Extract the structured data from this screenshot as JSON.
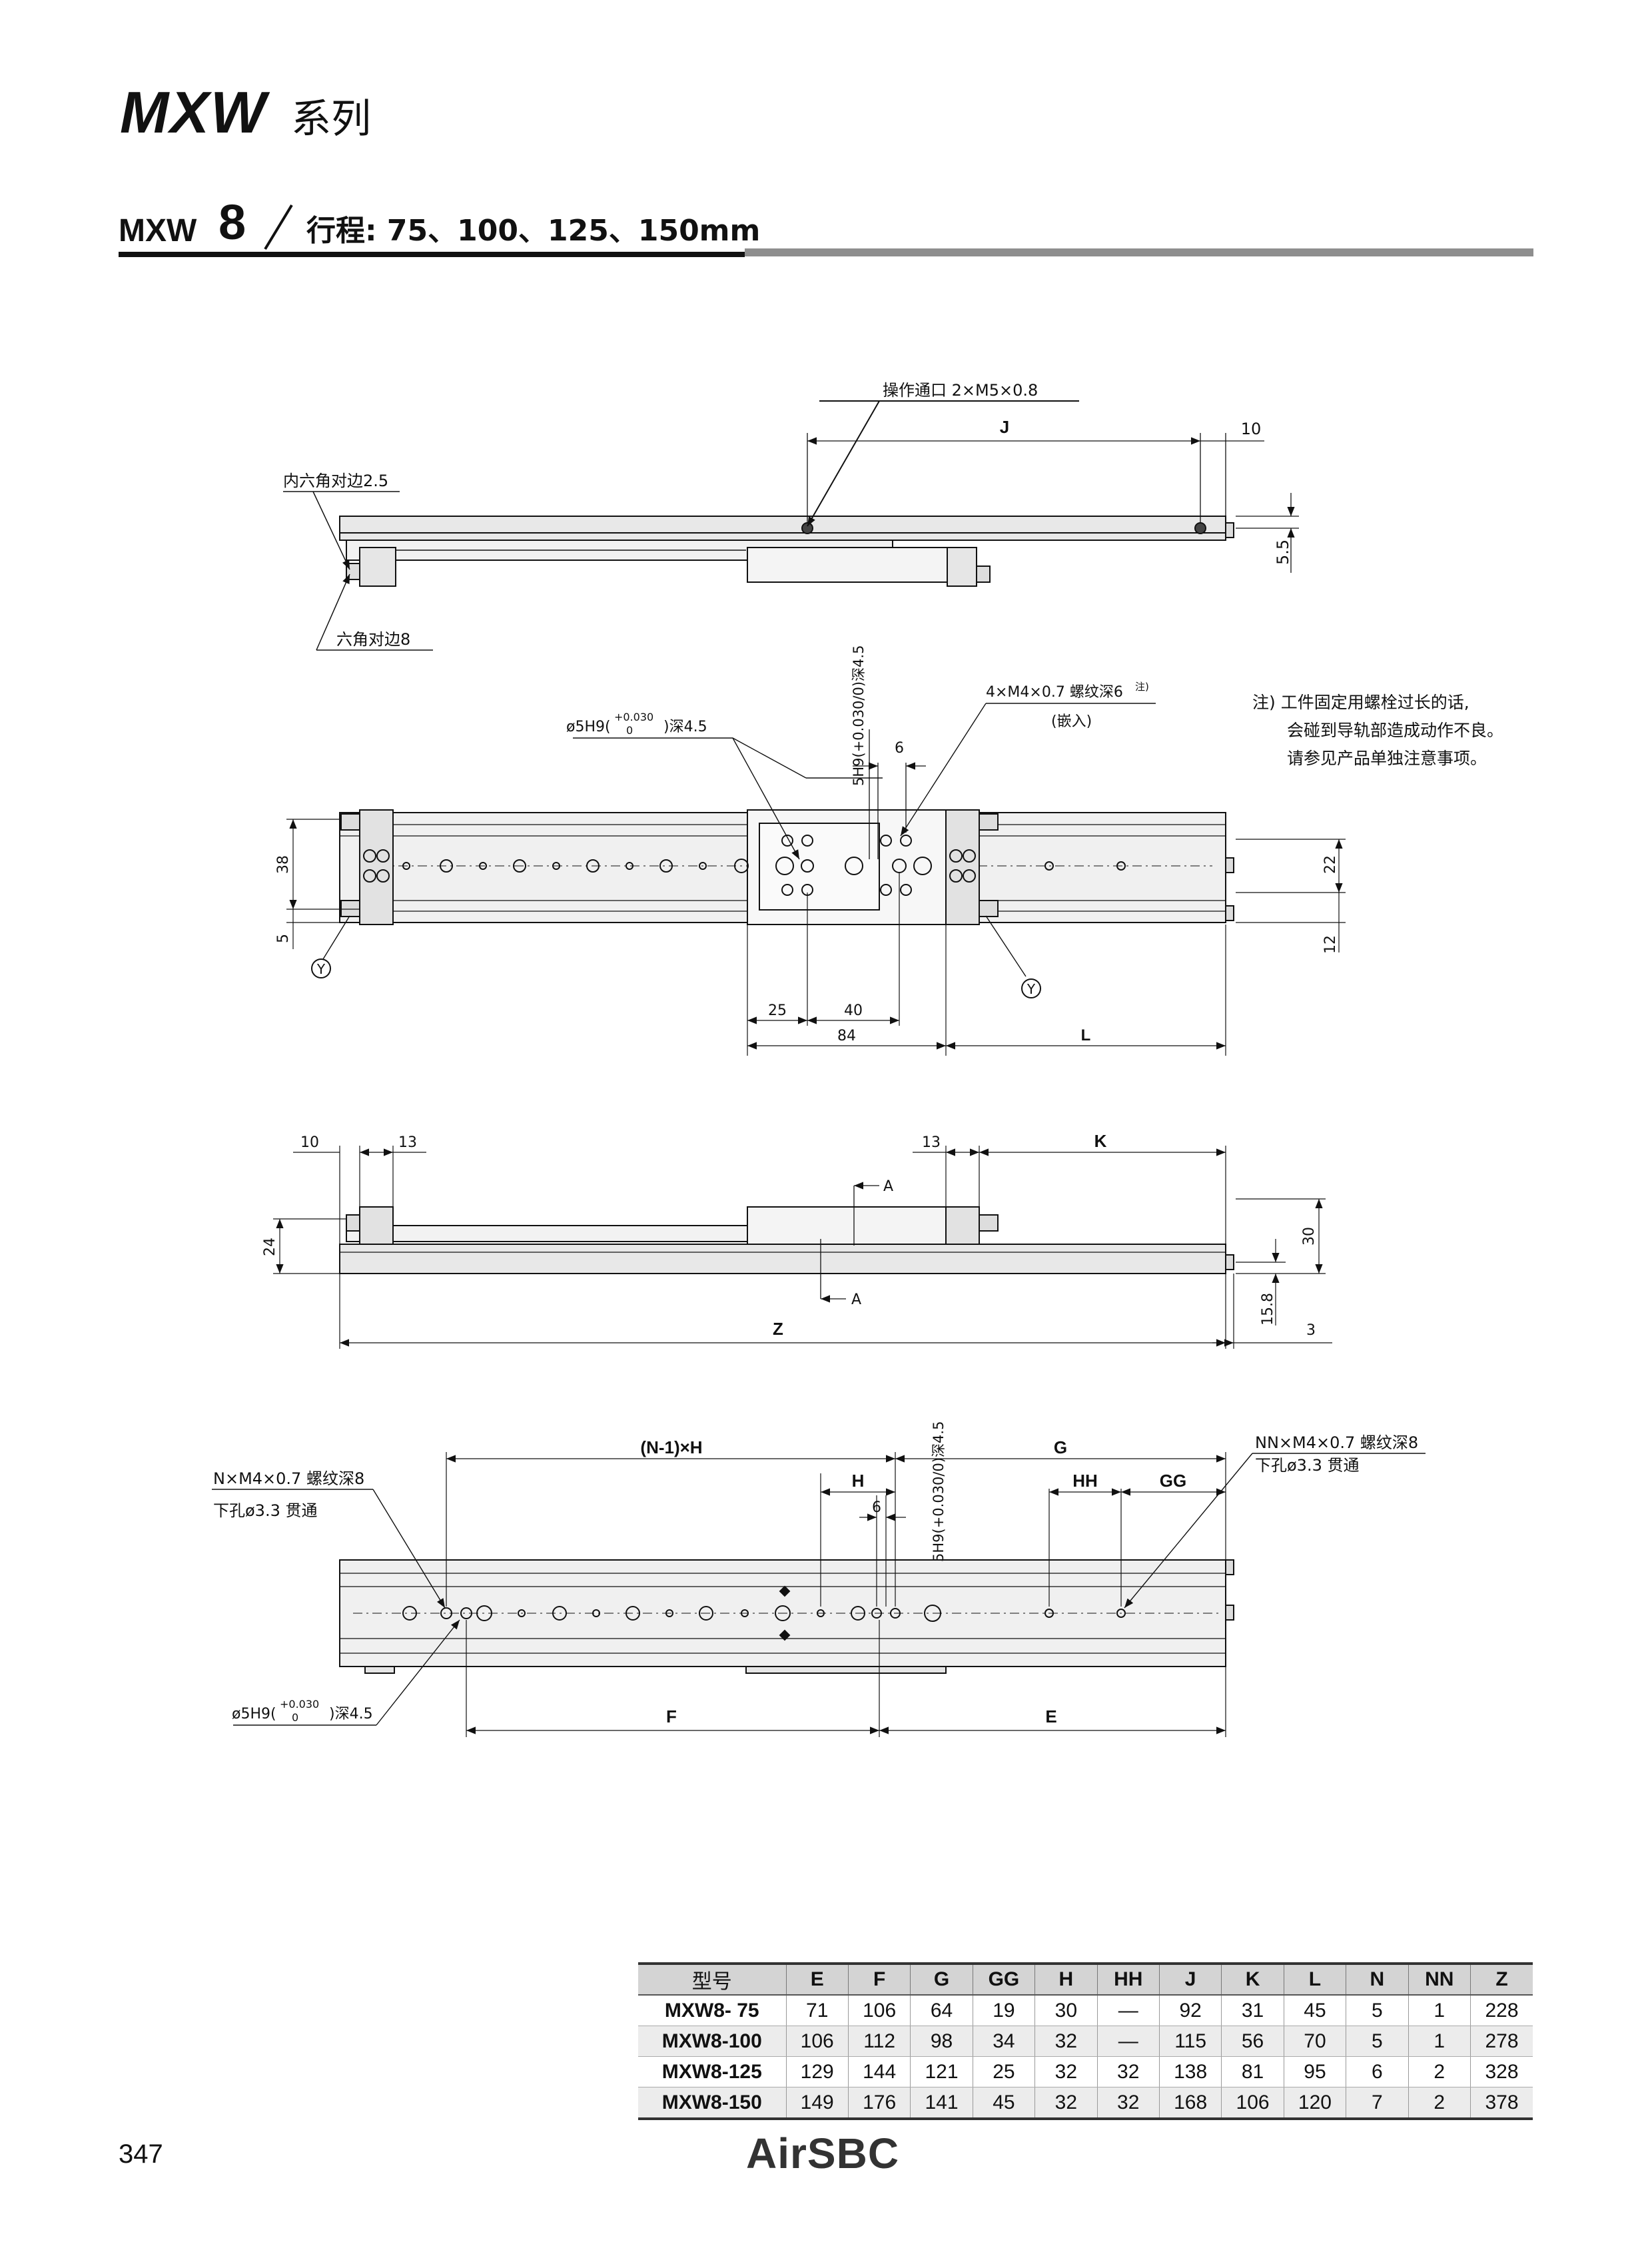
{
  "header": {
    "series_model": "MXW",
    "series_word": "系列"
  },
  "section": {
    "model": "MXW",
    "size": "8",
    "stroke_label": "行程: 75、100、125、150mm"
  },
  "top_view": {
    "port_label": "操作通口 2×M5×0.8",
    "hex_socket_label": "内六角对边2.5",
    "hex_label": "六角对边8",
    "dim_J": "J",
    "dim_10": "10",
    "dim_5_5": "5.5"
  },
  "plan_view": {
    "pin_hole_label_pre": "ø5H9(",
    "tol_upper": "+0.030",
    "tol_lower": "0",
    "pin_hole_label_post": ")深4.5",
    "slot_label": "5H9(+0.030/0)深4.5",
    "thread_label": "4×M4×0.7 螺纹深6",
    "thread_note_mark": "注)",
    "thread_sub": "(嵌入)",
    "dim_6": "6",
    "dim_38": "38",
    "dim_5": "5",
    "dim_22": "22",
    "dim_12": "12",
    "dim_25": "25",
    "dim_40": "40",
    "dim_84": "84",
    "dim_L": "L",
    "mark_Y": "Y"
  },
  "note": {
    "line1": "注) 工件固定用螺栓过长的话,",
    "line2": "会碰到导轨部造成动作不良。",
    "line3": "请参见产品单独注意事项。"
  },
  "side_view": {
    "dim_10": "10",
    "dim_13a": "13",
    "dim_13b": "13",
    "dim_K": "K",
    "mark_A": "A",
    "dim_24": "24",
    "dim_30": "30",
    "dim_15_8": "15.8",
    "dim_3": "3",
    "dim_Z": "Z"
  },
  "bottom_view": {
    "dim_NH": "(N-1)×H",
    "dim_G": "G",
    "dim_H": "H",
    "dim_HH": "HH",
    "dim_GG": "GG",
    "dim_6": "6",
    "slot_label": "5H9(+0.030/0)深4.5",
    "n_label": "N×M4×0.7 螺纹深8",
    "n_sub": "下孔ø3.3 贯通",
    "nn_label": "NN×M4×0.7 螺纹深8",
    "nn_sub": "下孔ø3.3 贯通",
    "pin_label_pre": "ø5H9(",
    "pin_label_post": ")深4.5",
    "dim_F": "F",
    "dim_E": "E"
  },
  "table": {
    "headers": [
      "型号",
      "E",
      "F",
      "G",
      "GG",
      "H",
      "HH",
      "J",
      "K",
      "L",
      "N",
      "NN",
      "Z"
    ],
    "rows": [
      [
        "MXW8- 75",
        "71",
        "106",
        "64",
        "19",
        "30",
        "—",
        "92",
        "31",
        "45",
        "5",
        "1",
        "228"
      ],
      [
        "MXW8-100",
        "106",
        "112",
        "98",
        "34",
        "32",
        "—",
        "115",
        "56",
        "70",
        "5",
        "1",
        "278"
      ],
      [
        "MXW8-125",
        "129",
        "144",
        "121",
        "25",
        "32",
        "32",
        "138",
        "81",
        "95",
        "6",
        "2",
        "328"
      ],
      [
        "MXW8-150",
        "149",
        "176",
        "141",
        "45",
        "32",
        "32",
        "168",
        "106",
        "120",
        "7",
        "2",
        "378"
      ]
    ]
  },
  "footer": {
    "page_number": "347",
    "brand": "AirSBC"
  }
}
